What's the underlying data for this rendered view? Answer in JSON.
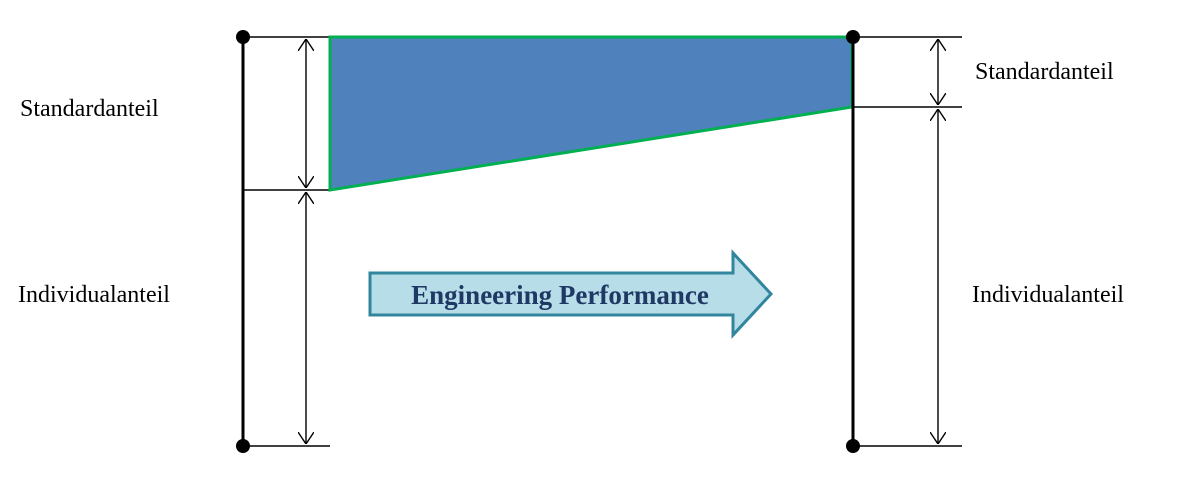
{
  "labels": {
    "left_top": "Standardanteil",
    "left_bottom": "Individualanteil",
    "right_top": "Standardanteil",
    "right_bottom": "Individualanteil"
  },
  "arrow": {
    "text": "Engineering Performance"
  },
  "colors": {
    "wedge_fill": "#4F81BD",
    "wedge_border": "#00B050",
    "arrow_fill": "#B7DEE8",
    "arrow_border": "#31859C",
    "arrow_text": "#1F3864",
    "lines": "#000000"
  }
}
